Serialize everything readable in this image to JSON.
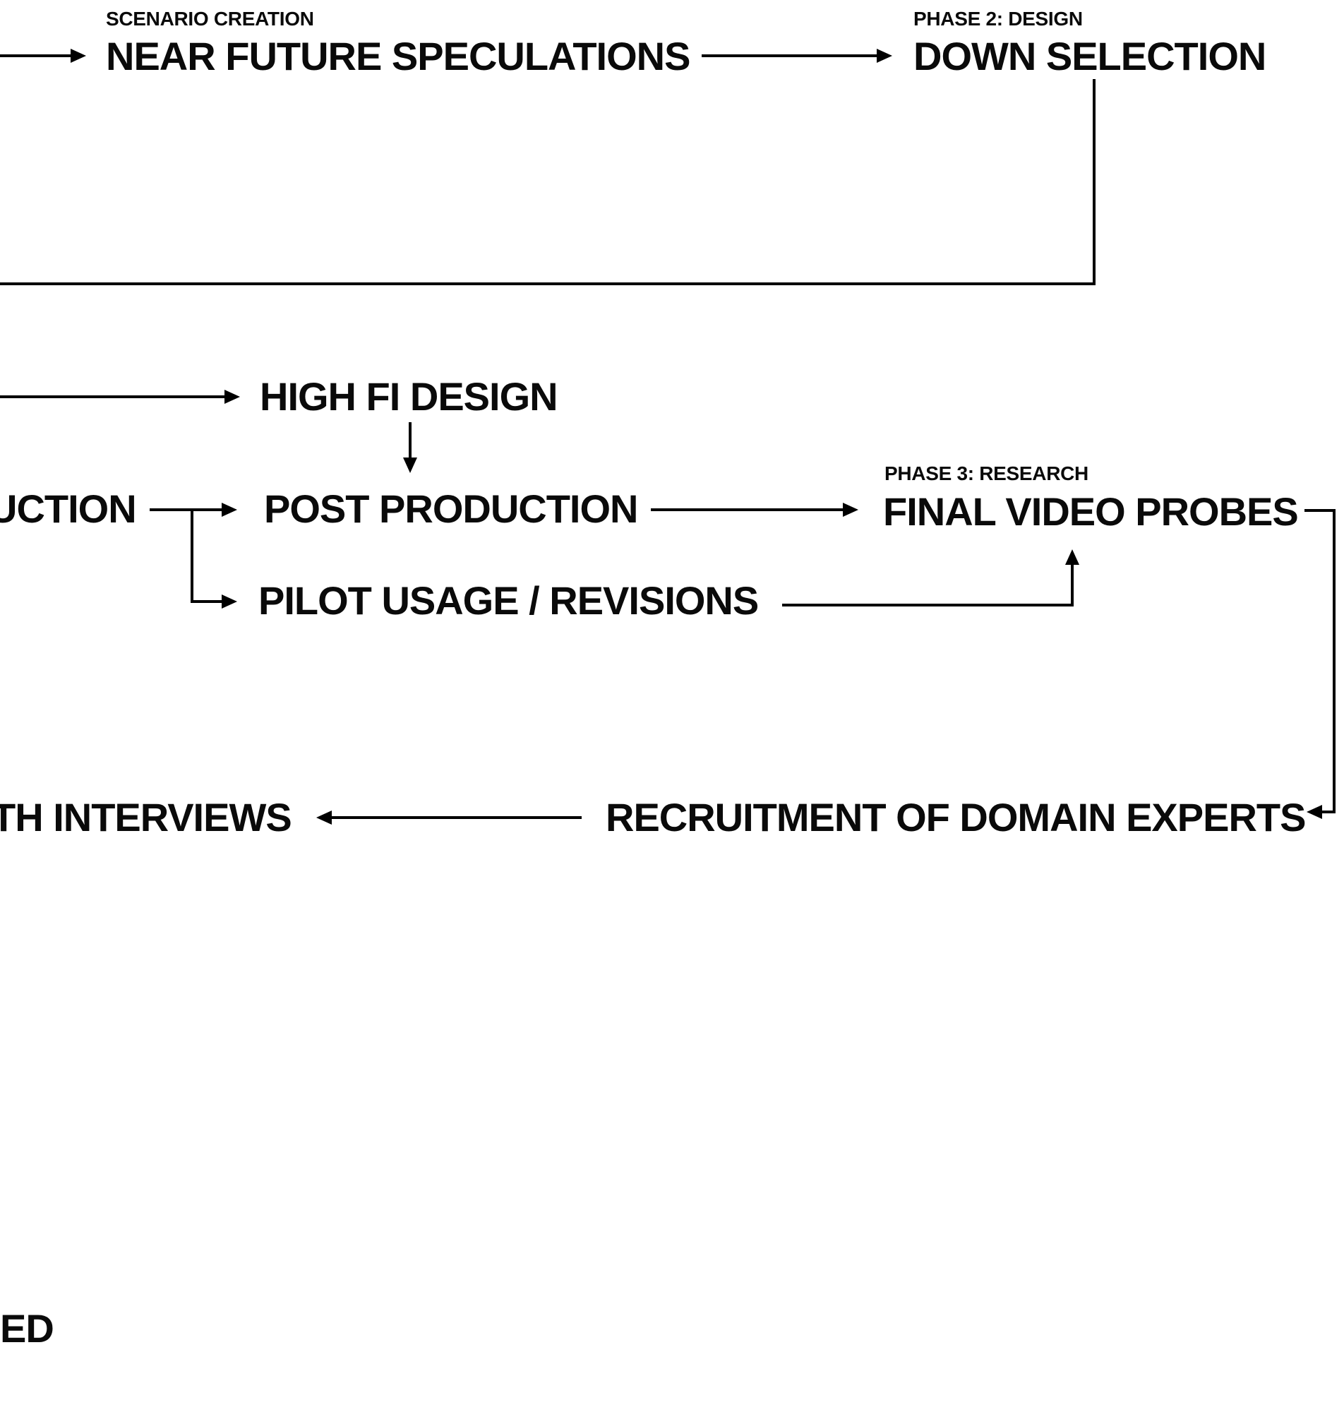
{
  "diagram": {
    "title": "design process flowchart (cropped view)",
    "background_color": "#ffffff",
    "line_color": "#000000",
    "text_color": "#0a0a0a",
    "phase_labels": {
      "scenario_creation": "SCENARIO CREATION",
      "phase2": "PHASE 2: DESIGN",
      "phase3": "PHASE 3: RESEARCH"
    },
    "nodes": {
      "near_future_speculations": "NEAR FUTURE SPECULATIONS",
      "down_selection": "DOWN SELECTION",
      "high_fi_design": "HIGH FI DESIGN",
      "production_cut": "UCTION",
      "post_production": "POST PRODUCTION",
      "final_video_probes": "FINAL VIDEO PROBES",
      "pilot_usage_revisions": "PILOT USAGE / REVISIONS",
      "interviews_cut": "TH INTERVIEWS",
      "recruitment_of_domain_experts": "RECRUITMENT OF DOMAIN EXPERTS",
      "ed_cut": "ED"
    },
    "edges": [
      "(off-screen left) -> NEAR FUTURE SPECULATIONS",
      "NEAR FUTURE SPECULATIONS -> DOWN SELECTION",
      "DOWN SELECTION -> (down then left, off-screen)",
      "(off-screen left) -> HIGH FI DESIGN",
      "HIGH FI DESIGN -> POST PRODUCTION",
      "...UCTION -> POST PRODUCTION",
      "...UCTION -> PILOT USAGE / REVISIONS",
      "POST PRODUCTION -> FINAL VIDEO PROBES",
      "PILOT USAGE / REVISIONS -> FINAL VIDEO PROBES",
      "FINAL VIDEO PROBES -> (right, down) -> RECRUITMENT OF DOMAIN EXPERTS",
      "RECRUITMENT OF DOMAIN EXPERTS -> ...TH INTERVIEWS"
    ]
  }
}
